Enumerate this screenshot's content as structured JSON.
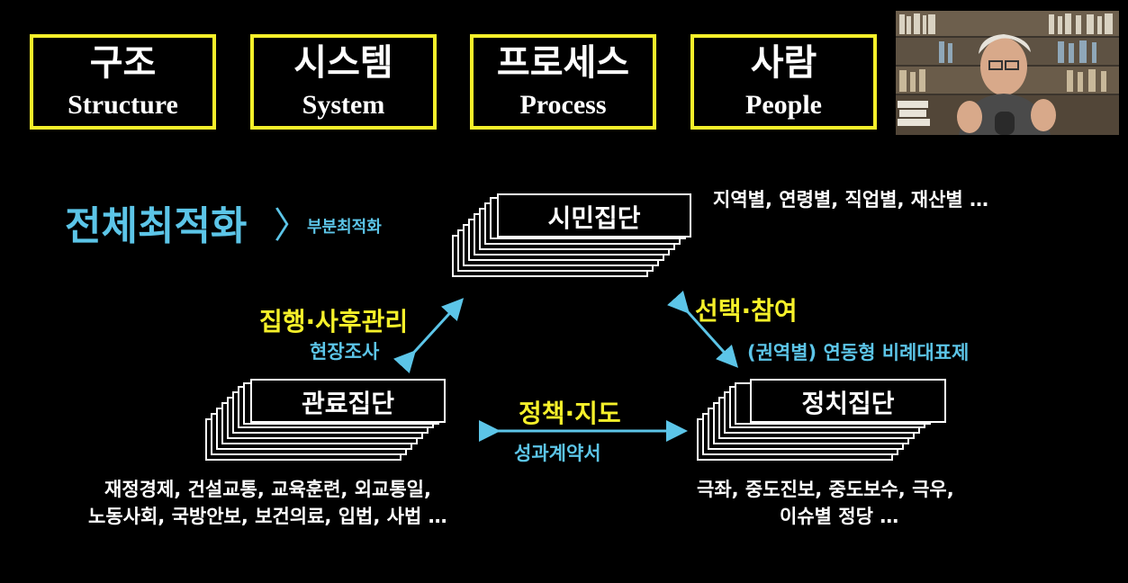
{
  "top_boxes": [
    {
      "ko": "구조",
      "en": "Structure"
    },
    {
      "ko": "시스템",
      "en": "System"
    },
    {
      "ko": "프로세스",
      "en": "Process"
    },
    {
      "ko": "사람",
      "en": "People"
    }
  ],
  "heading": {
    "main": "전체최적화",
    "gt": "〉",
    "sub": "부분최적화"
  },
  "nodes": {
    "citizens": {
      "label": "시민집단",
      "desc": "지역별, 연령별, 직업별, 재산별 …"
    },
    "bureaucracy": {
      "label": "관료집단",
      "desc_line1": "재정경제, 건설교통, 교육훈련, 외교통일,",
      "desc_line2": "노동사회, 국방안보, 보건의료, 입법, 사법 …"
    },
    "politics": {
      "label": "정치집단",
      "desc_line1": "극좌, 중도진보, 중도보수, 극우,",
      "desc_line2": "이슈별 정당 …"
    }
  },
  "relations": {
    "left": {
      "main": "집행·사후관리",
      "sub": "현장조사"
    },
    "right": {
      "main": "선택·참여",
      "sub": "(권역별) 연동형 비례대표제"
    },
    "bottom": {
      "main": "정책·지도",
      "sub": "성과계약서"
    }
  },
  "colors": {
    "yellow": "#f5f02a",
    "blue": "#5cc5e8",
    "background": "#000000"
  }
}
